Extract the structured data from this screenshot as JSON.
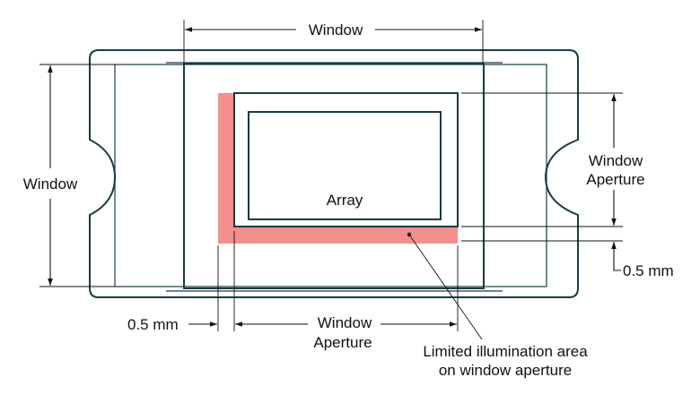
{
  "labels": {
    "window_top": "Window",
    "window_left": "Window",
    "window_aperture_right_1": "Window",
    "window_aperture_right_2": "Aperture",
    "offset_right": "0.5 mm",
    "offset_bottom": "0.5 mm",
    "window_aperture_bottom_1": "Window",
    "window_aperture_bottom_2": "Aperture",
    "array": "Array",
    "illum_1": "Limited illumination area",
    "illum_2": "on window aperture"
  },
  "colors": {
    "outline": "#1b3a44",
    "illumination": "#f48f8f",
    "dimension": "#111111"
  }
}
